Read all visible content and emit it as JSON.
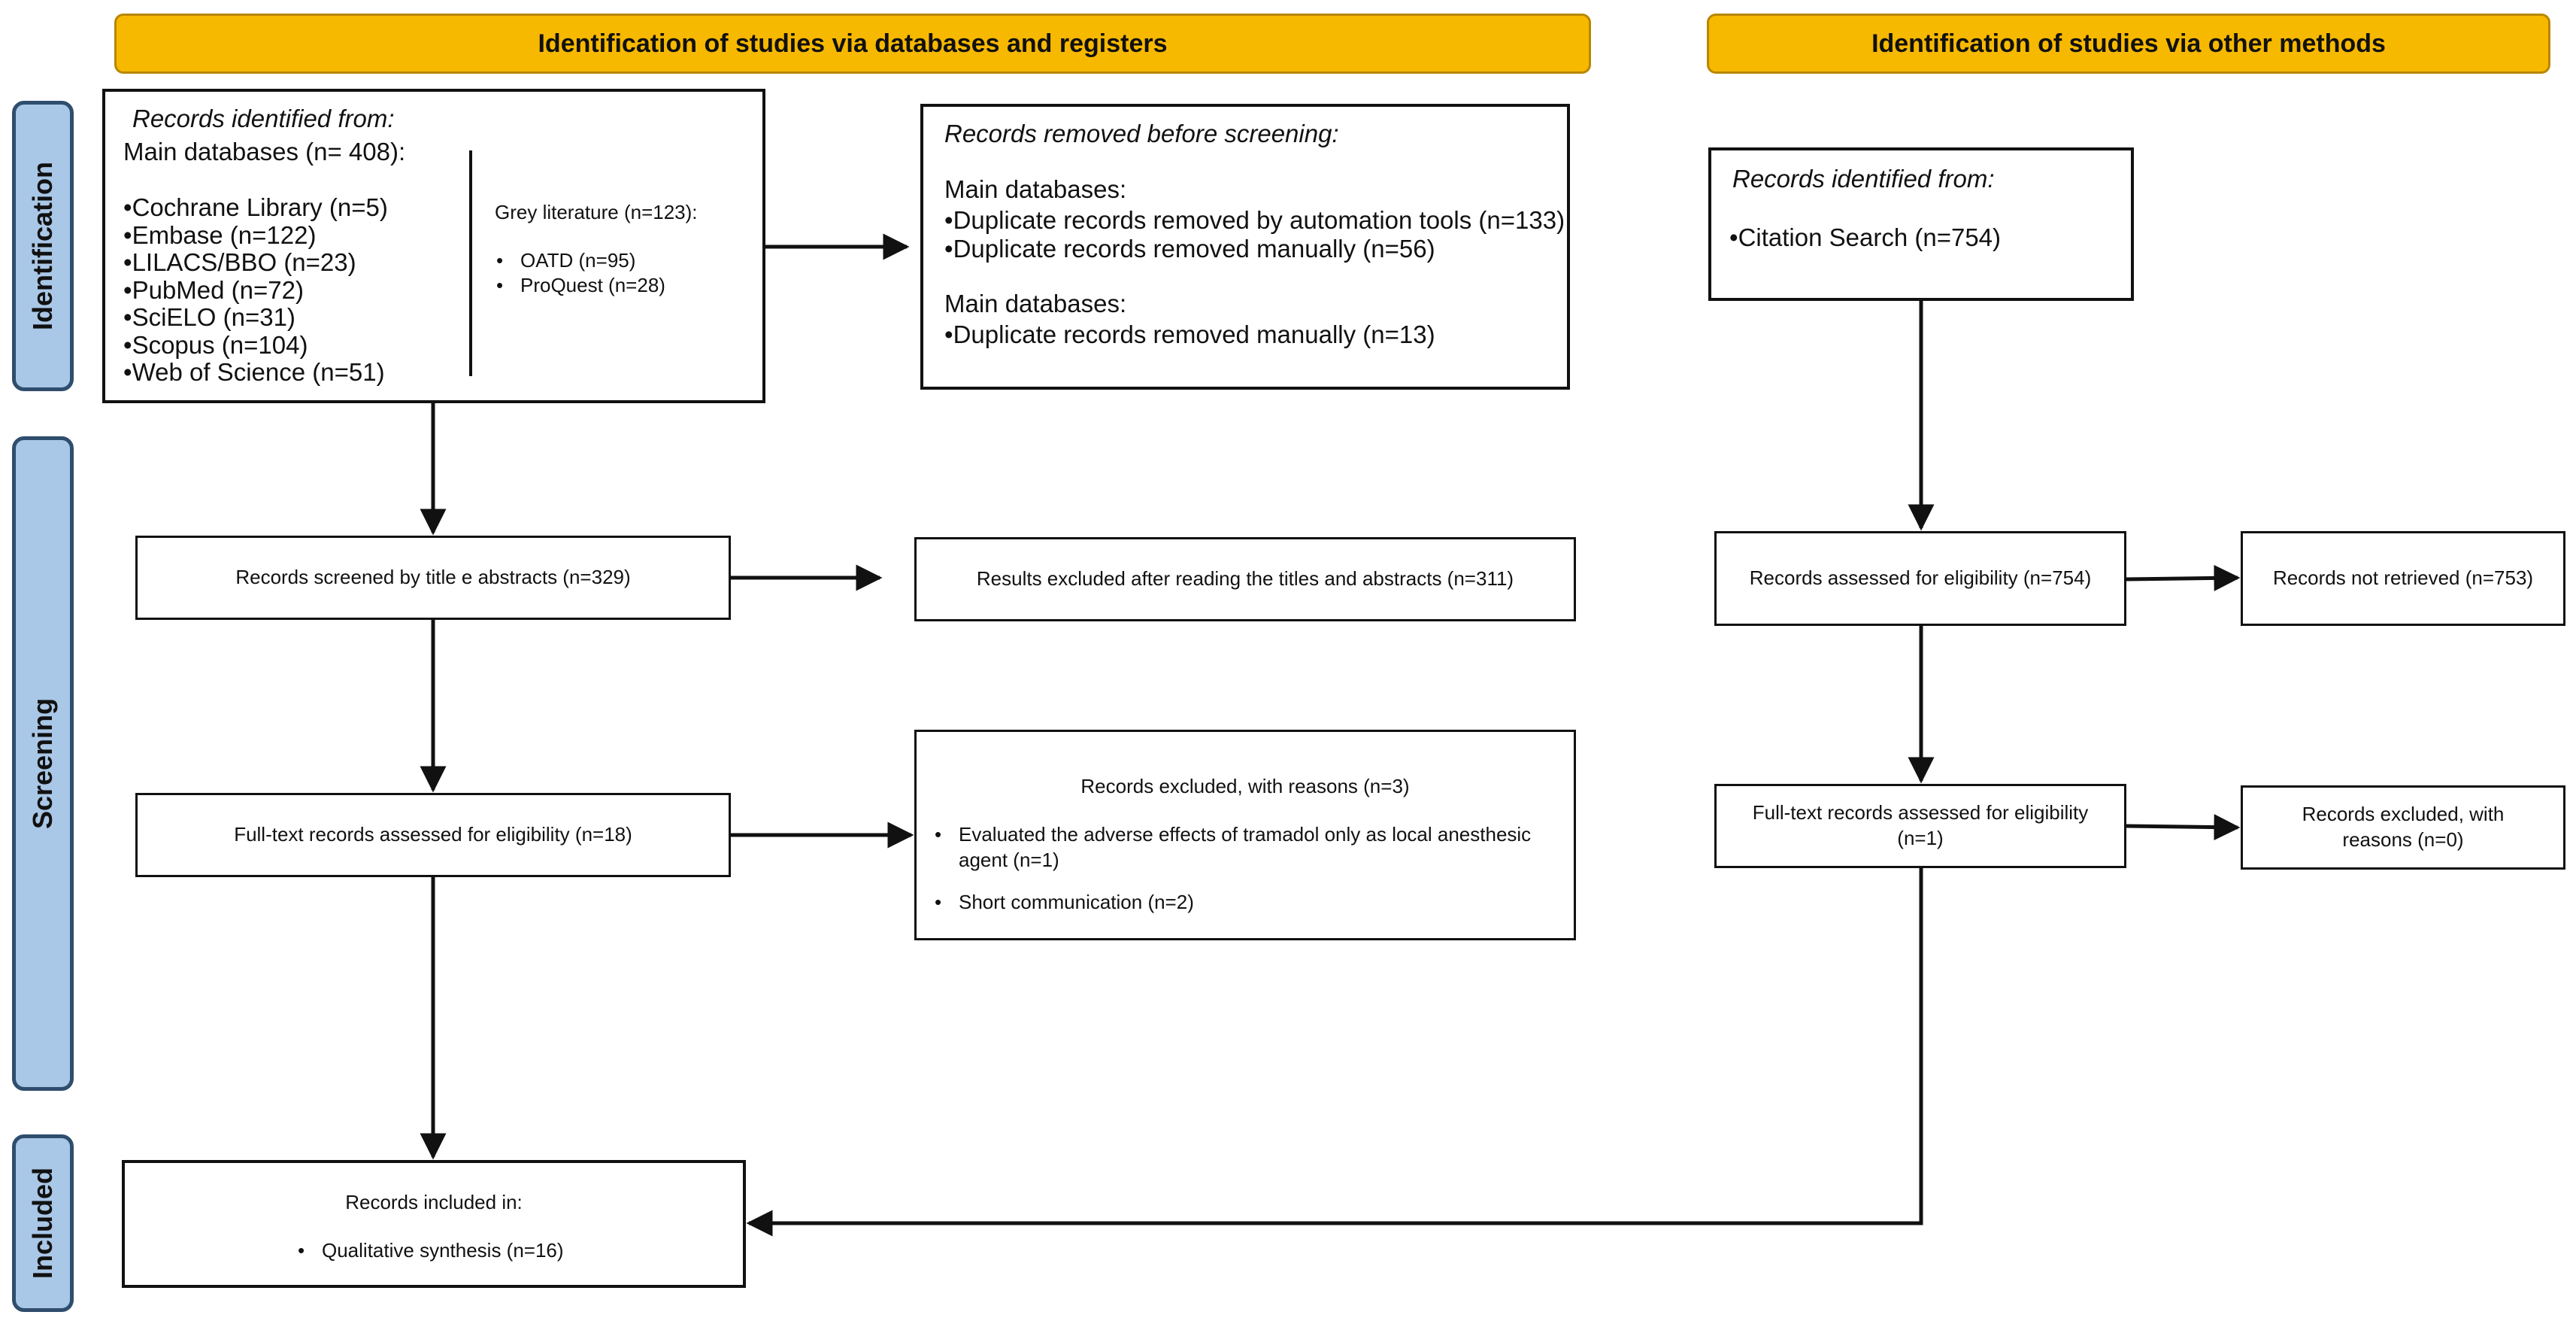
{
  "banners": {
    "databases": "Identification of studies via databases and registers",
    "other": "Identification of studies via other methods"
  },
  "stages": {
    "identification": "Identification",
    "screening": "Screening",
    "included": "Included"
  },
  "db_identified": {
    "heading": "Records identified from:",
    "main_label": "Main databases (n= 408):",
    "main_items": [
      "Cochrane Library (n=5)",
      "Embase (n=122)",
      "LILACS/BBO (n=23)",
      "PubMed (n=72)",
      "SciELO (n=31)",
      "Scopus (n=104)",
      "Web of Science (n=51)"
    ],
    "grey_label": "Grey literature (n=123):",
    "grey_items": [
      "OATD (n=95)",
      "ProQuest (n=28)"
    ]
  },
  "removed": {
    "heading": "Records removed before screening:",
    "group1_label": "Main databases:",
    "group1_items": [
      "Duplicate records removed by automation tools (n=133)",
      "Duplicate records removed manually (n=56)"
    ],
    "group2_label": "Main databases:",
    "group2_items": [
      "Duplicate records removed manually (n=13)"
    ]
  },
  "screened": "Records screened by title e abstracts (n=329)",
  "excluded_titles": "Results excluded after reading the titles and abstracts (n=311)",
  "fulltext": "Full-text records assessed for eligibility (n=18)",
  "excluded_reasons": {
    "heading": "Records excluded, with reasons (n=3)",
    "items": [
      "Evaluated the adverse effects of tramadol only as local anesthesic agent (n=1)",
      "Short communication (n=2)"
    ]
  },
  "included": {
    "heading": "Records included in:",
    "items": [
      "Qualitative synthesis (n=16)"
    ]
  },
  "other_identified": {
    "heading": "Records identified from:",
    "items": [
      "Citation Search (n=754)"
    ]
  },
  "other_assessed": "Records assessed for eligibility (n=754)",
  "other_not_retrieved": "Records not retrieved (n=753)",
  "other_fulltext": "Full-text records assessed for eligibility (n=1)",
  "other_excluded": "Records excluded, with reasons (n=0)",
  "colors": {
    "banner_fill": "#f7b800",
    "stage_fill": "#a9c7e6",
    "stage_border": "#2f4d6d"
  }
}
